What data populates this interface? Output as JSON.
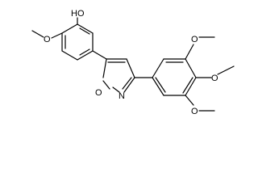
{
  "molecule": {
    "atoms": {
      "oh_label": "HO",
      "o_methoxy_left": "O",
      "o_ring": "O",
      "n_ring": "N",
      "o_methoxy_top": "O",
      "o_methoxy_mid": "O",
      "o_methoxy_bottom": "O"
    }
  }
}
